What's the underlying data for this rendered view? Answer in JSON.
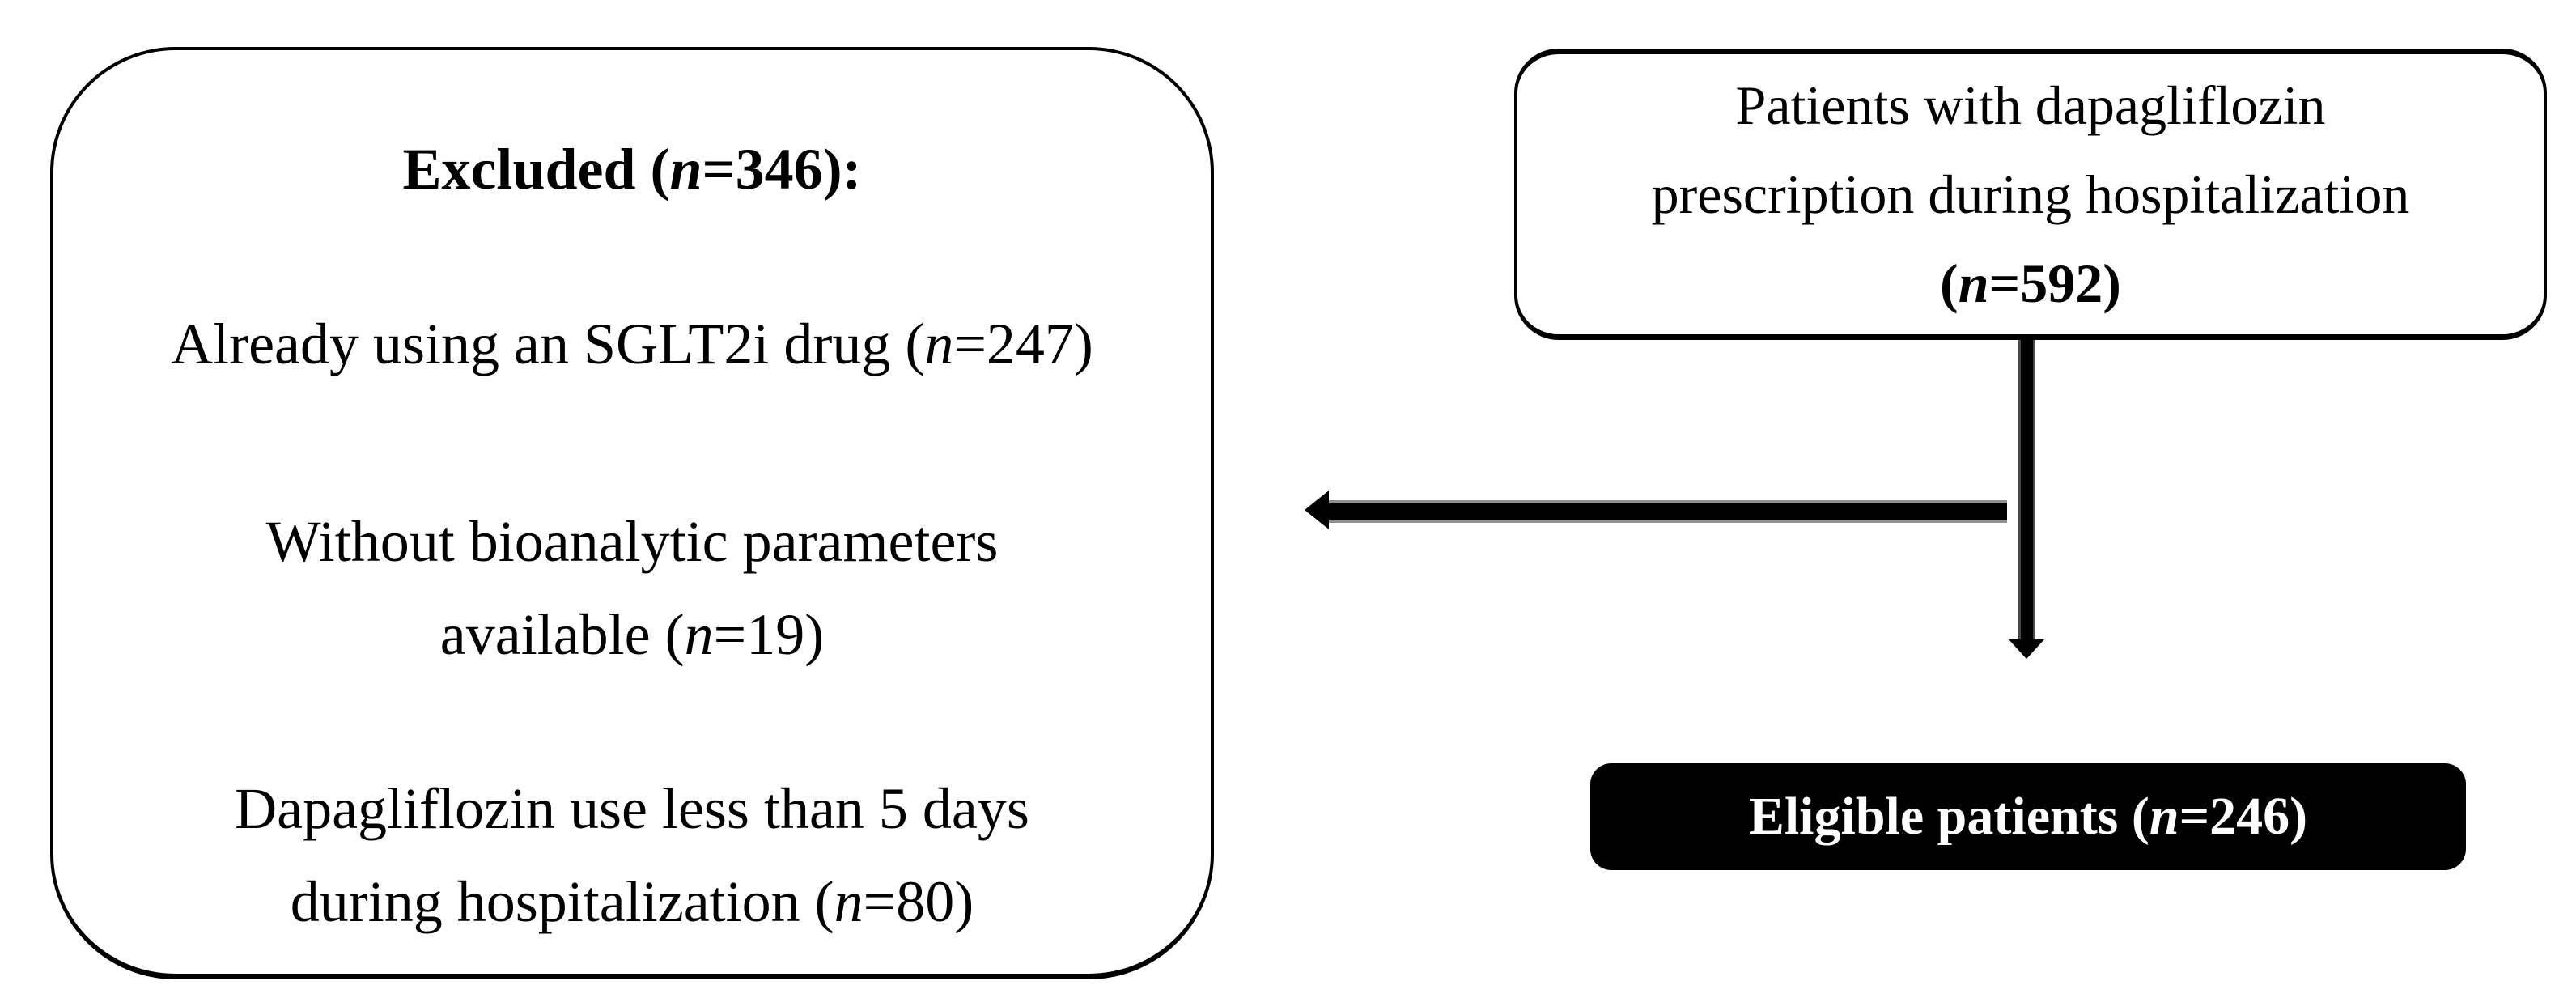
{
  "patients_box": {
    "line1": "Patients with dapagliflozin",
    "line2": "prescription during hospitalization",
    "count": {
      "pre": "(",
      "n": "n",
      "post": "=592)"
    },
    "n_value": 592
  },
  "excluded_box": {
    "title": {
      "pre": "Excluded (",
      "n": "n",
      "post": "=346):"
    },
    "item1_line1": {
      "pre": "Already using an SGLT2i drug (",
      "n": "n",
      "post": "=247)"
    },
    "item2_line1": {
      "text": "Without bioanalytic parameters"
    },
    "item2_line2": {
      "pre": "available (",
      "n": "n",
      "post": "=19)"
    },
    "item3_line1": {
      "text": "Dapagliflozin use less than 5 days"
    },
    "item3_line2": {
      "pre": "during hospitalization (",
      "n": "n",
      "post": "=80)"
    },
    "counts": {
      "total_excluded": 346,
      "already_using_sglt2i": 247,
      "without_bioanalytic_parameters": 19,
      "dapagliflozin_less_than_5_days": 80
    }
  },
  "eligible_box": {
    "label": {
      "pre": "Eligible patients (",
      "n": "n",
      "post": "=246)"
    },
    "n_value": 246
  },
  "arrows": [
    {
      "name": "down-arrow",
      "from": "patients-box",
      "to": "eligible-box",
      "direction": "down"
    },
    {
      "name": "left-arrow",
      "from": "down-arrow",
      "to": "excluded-box",
      "direction": "left"
    }
  ],
  "colors": {
    "background": "#ffffff",
    "box_border": "#000000",
    "text": "#000000",
    "arrow": "#000000",
    "eligible_bg": "#000000",
    "eligible_text": "#ffffff"
  }
}
